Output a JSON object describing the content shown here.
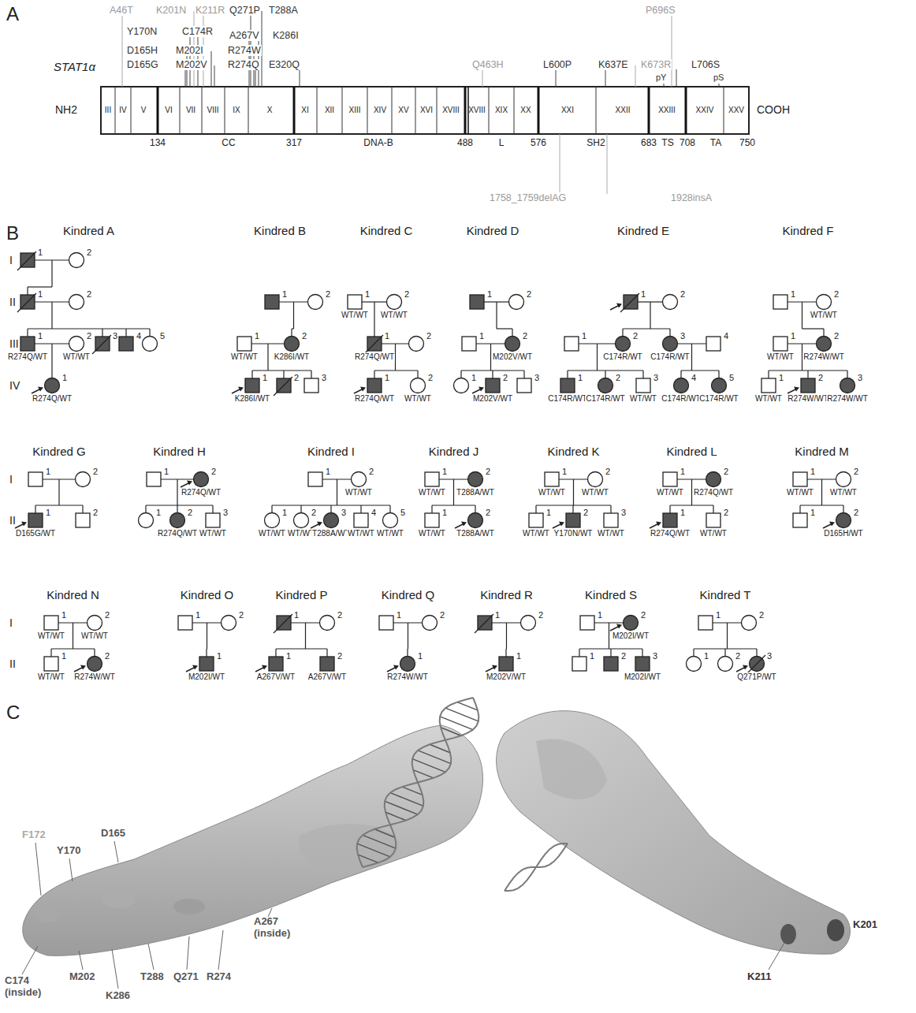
{
  "diagram": {
    "labels": [
      "A",
      "STAT1α",
      "NH2",
      "COOH",
      "III",
      "IV",
      "V",
      "VI",
      "VII",
      "VIII",
      "IX",
      "X",
      "XI",
      "XII",
      "XIII",
      "XIV",
      "XV",
      "XVI",
      "XVIII",
      "XVIII",
      "XIX",
      "XX",
      "XXI",
      "XXII",
      "XXIII",
      "XXIV",
      "XXV",
      "134",
      "CC",
      "317",
      "DNA-B",
      "488",
      "L",
      "576",
      "SH2",
      "683",
      "TS",
      "708",
      "TA",
      "750",
      "A46T",
      "K201N",
      "K211R",
      "Q271P",
      "T288A",
      "Y170N",
      "C174R",
      "A267V",
      "K286I",
      "D165H",
      "M202I",
      "R274W",
      "D165G",
      "M202V",
      "R274Q",
      "E320Q",
      "Q463H",
      "L600P",
      "K637E",
      "K673R",
      "P696S",
      "pY",
      "pS",
      "L706S",
      "1758_1759delAG",
      "1928insA",
      "B",
      "I",
      "II",
      "III",
      "IV",
      "Kindred A",
      "1",
      "2",
      "1",
      "2",
      "1",
      "R274Q/WT",
      "2",
      "WT/WT",
      "3",
      "4",
      "5",
      "1",
      "R274Q/WT",
      "Kindred B",
      "1",
      "2",
      "1",
      "WT/WT",
      "2",
      "K286I/WT",
      "1",
      "K286I/WT",
      "2",
      "3",
      "Kindred C",
      "1",
      "WT/WT",
      "2",
      "WT/WT",
      "1",
      "R274Q/WT",
      "2",
      "1",
      "R274Q/WT",
      "2",
      "WT/WT",
      "Kindred D",
      "1",
      "2",
      "1",
      "2",
      "M202V/WT",
      "1",
      "2",
      "M202V/WT",
      "3",
      "Kindred E",
      "1",
      "2",
      "1",
      "2",
      "C174R/WT",
      "3",
      "C174R/WT",
      "4",
      "1",
      "C174R/WT",
      "2",
      "C174R/WT",
      "3",
      "WT/WT",
      "4",
      "C174R/WT",
      "5",
      "C174R/WT",
      "Kindred F",
      "1",
      "2",
      "WT/WT",
      "1",
      "WT/WT",
      "2",
      "R274W/WT",
      "1",
      "WT/WT",
      "2",
      "R274W/WT",
      "3",
      "R274W/WT",
      "I",
      "II",
      "Kindred G",
      "1",
      "2",
      "1",
      "D165G/WT",
      "2",
      "Kindred H",
      "1",
      "2",
      "R274Q/WT",
      "1",
      "2",
      "R274Q/WT",
      "3",
      "WT/WT",
      "Kindred I",
      "1",
      "2",
      "WT/WT",
      "1",
      "WT/WT",
      "2",
      "WT/WT",
      "3",
      "T288A/WT",
      "4",
      "WT/WT",
      "5",
      "WT/WT",
      "Kindred J",
      "1",
      "WT/WT",
      "2",
      "T288A/WT",
      "1",
      "WT/WT",
      "2",
      "T288A/WT",
      "Kindred K",
      "1",
      "WT/WT",
      "2",
      "WT/WT",
      "1",
      "WT/WT",
      "2",
      "Y170N/WT",
      "3",
      "WT/WT",
      "Kindred L",
      "1",
      "WT/WT",
      "2",
      "R274Q/WT",
      "1",
      "R274Q/WT",
      "2",
      "WT/WT",
      "Kindred M",
      "1",
      "WT/WT",
      "2",
      "WT/WT",
      "1",
      "2",
      "D165H/WT",
      "I",
      "II",
      "Kindred N",
      "1",
      "WT/WT",
      "2",
      "WT/WT",
      "1",
      "WT/WT",
      "2",
      "R274W/WT",
      "Kindred O",
      "1",
      "2",
      "1",
      "M202I/WT",
      "Kindred P",
      "1",
      "2",
      "1",
      "A267V/WT",
      "2",
      "A267V/WT",
      "Kindred Q",
      "1",
      "2",
      "1",
      "R274W/WT",
      "Kindred R",
      "1",
      "2",
      "1",
      "M202V/WT",
      "Kindred S",
      "1",
      "2",
      "M202I/WT",
      "1",
      "2",
      "3",
      "M202I/WT",
      "Kindred T",
      "1",
      "2",
      "1",
      "2",
      "3",
      "Q271P/WT",
      "C",
      "F172",
      "Y170",
      "D165",
      "A267 (inside)",
      "C174 (inside)",
      "M202",
      "K286",
      "T288",
      "Q271",
      "R274",
      "K201",
      "K211"
    ]
  }
}
